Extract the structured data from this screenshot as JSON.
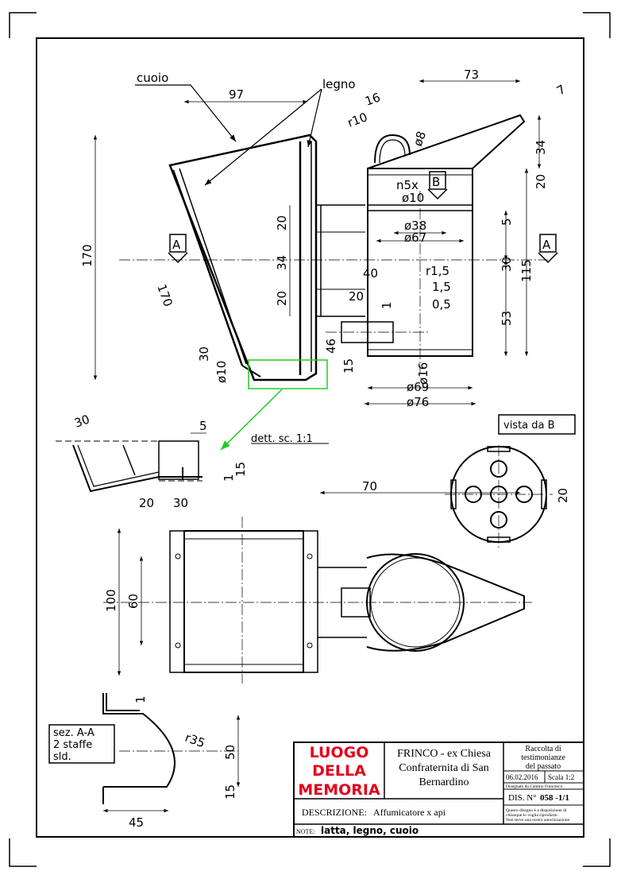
{
  "drawing": {
    "labels": {
      "cuoio": "cuoio",
      "legno": "legno",
      "vista": "vista da B",
      "dettaglio": "dett. sc. 1:1",
      "sezione_1": "sez. A-A",
      "sezione_2": "2 staffe",
      "sezione_3": "sld.",
      "section_mark_A": "A",
      "section_mark_B": "B",
      "holes": "n5x"
    },
    "dimensions": {
      "d97": "97",
      "d170a": "170",
      "d170b": "170",
      "d20a": "20",
      "d34": "34",
      "d20b": "20",
      "d30a": "30",
      "d10a": "ø10",
      "d46": "46",
      "d15a": "15",
      "d40": "40",
      "d20c": "20",
      "d1a": "1",
      "d73": "73",
      "d16": "16",
      "r10": "r10",
      "d8": "ø8",
      "d7": "7",
      "d34b": "34",
      "d20d": "20",
      "d10b": "ø10",
      "d38": "ø38",
      "d67": "ø67",
      "d5a": "5",
      "d30b": "30",
      "d115": "115",
      "r15": "r1,5",
      "d15b": "1,5",
      "d05": "0,5",
      "d53": "53",
      "d16b": "ø16",
      "d69": "ø69",
      "d76": "ø76",
      "d30c": "30",
      "d5b": "5",
      "d15c": "15",
      "d1b": "1",
      "d20e": "20",
      "d30d": "30",
      "d20f": "20",
      "d70": "70",
      "d100": "100",
      "d60": "60",
      "d1c": "1",
      "r35": "r35",
      "d50": "50",
      "d15d": "15",
      "d45": "45"
    }
  },
  "title_block": {
    "logo": [
      "LUOGO",
      "DELLA",
      "MEMORIA"
    ],
    "project": [
      "FRINCO - ex Chiesa",
      "Confraternita di San",
      "Bernardino"
    ],
    "collection": [
      "Raccolta di",
      "testimonianze",
      "del passato"
    ],
    "date": "06.02.2016",
    "scale": "Scala 1:2",
    "author": "Disegnato da Cantino Francesco",
    "dis_label": "DIS. N°",
    "dis_number": "058 -1/1",
    "descr_label": "DESCRIZIONE:",
    "descr_value": "Affumicatore x api",
    "note_label": "NOTE:",
    "note_value": "latta, legno, cuoio",
    "disclaimer": [
      "Questo disegno è a disposizione di",
      "chiunque lo voglia riprodurre.",
      "Non serve una nostra autorizzazione."
    ]
  },
  "colors": {
    "logo_red": "#e3001b",
    "detail_green": "#22cc22"
  }
}
